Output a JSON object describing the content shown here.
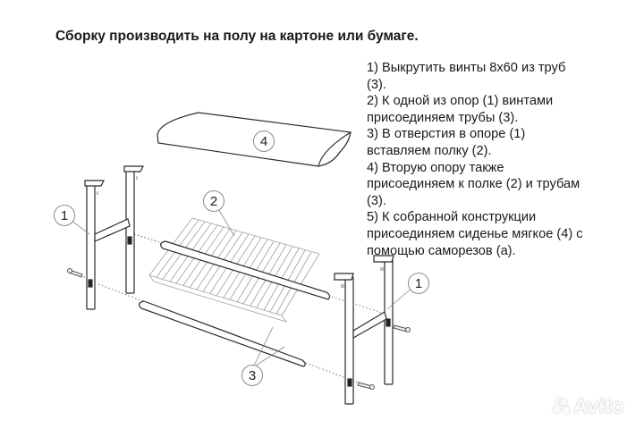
{
  "title": "Сборку производить на полу на картоне или бумаге.",
  "instructions": {
    "lines": [
      "1) Выкрутить винты 8х60 из труб",
      "(3).",
      "2) К одной из опор (1) винтами",
      "присоединяем трубы (3).",
      "3) В отверстия в опоре (1)",
      "вставляем полку (2).",
      "4) Вторую опору также",
      "присоединяем к полке (2) и трубам",
      "(3).",
      "5) К собранной конструкции",
      "присоединяем сиденье мягкое (4) с",
      "помощью саморезов (а)."
    ]
  },
  "diagram": {
    "parts": [
      {
        "number": "1",
        "name": "Опора (left support frame)"
      },
      {
        "number": "1",
        "name": "Опора (right support frame)"
      },
      {
        "number": "2",
        "name": "Полка (wire shelf)"
      },
      {
        "number": "3",
        "name": "Трубы (tubes)"
      },
      {
        "number": "4",
        "name": "Сиденье мягкое (soft seat cushion)"
      }
    ],
    "callouts": {
      "support_left": "1",
      "support_right": "1",
      "shelf": "2",
      "tubes": "3",
      "seat": "4"
    },
    "screw_label": "a"
  },
  "watermark": {
    "text": "Avito"
  },
  "colors": {
    "line": "#2a2a2a",
    "shelf_line": "#9a9a9a",
    "leader": "#8a8a8a"
  }
}
